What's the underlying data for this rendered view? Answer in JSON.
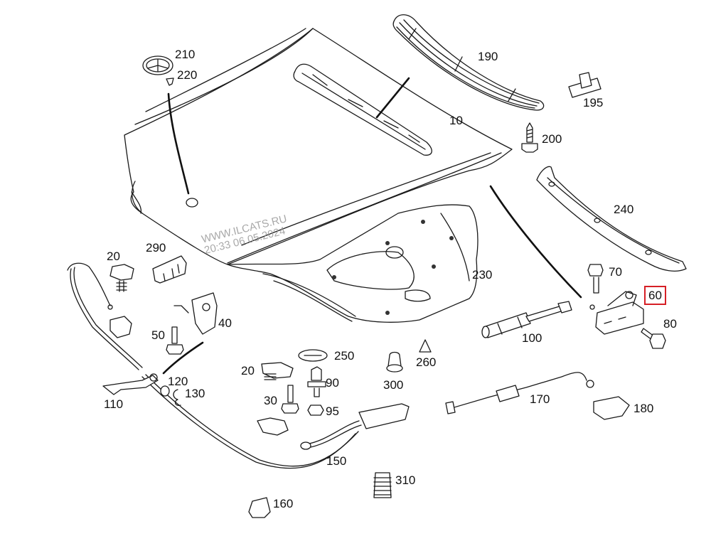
{
  "diagram": {
    "title": "Engine hood assembly exploded parts diagram",
    "watermark": {
      "line1": "WWW.ILCATS.RU",
      "line2": "20:33 06.05.2024"
    },
    "selected_part": "60",
    "highlight_color": "#d61f26",
    "parts": [
      {
        "id": "10",
        "label": "10",
        "name": "engine-hood"
      },
      {
        "id": "20a",
        "label": "20",
        "name": "hood-lock-upper"
      },
      {
        "id": "20b",
        "label": "20",
        "name": "hood-lock-lower"
      },
      {
        "id": "30",
        "label": "30",
        "name": "bolt"
      },
      {
        "id": "40",
        "label": "40",
        "name": "safety-catch"
      },
      {
        "id": "50",
        "label": "50",
        "name": "bolt"
      },
      {
        "id": "60",
        "label": "60",
        "name": "hood-hinge"
      },
      {
        "id": "70",
        "label": "70",
        "name": "hinge-bolt"
      },
      {
        "id": "80",
        "label": "80",
        "name": "hinge-bolt"
      },
      {
        "id": "90",
        "label": "90",
        "name": "rubber-buffer"
      },
      {
        "id": "95",
        "label": "95",
        "name": "nut"
      },
      {
        "id": "100",
        "label": "100",
        "name": "gas-strut"
      },
      {
        "id": "110",
        "label": "110",
        "name": "release-lever"
      },
      {
        "id": "120",
        "label": "120",
        "name": "bushing"
      },
      {
        "id": "130",
        "label": "130",
        "name": "clip"
      },
      {
        "id": "150",
        "label": "150",
        "name": "release-cable-handle"
      },
      {
        "id": "160",
        "label": "160",
        "name": "cable-clip"
      },
      {
        "id": "170",
        "label": "170",
        "name": "cable"
      },
      {
        "id": "180",
        "label": "180",
        "name": "cable-bracket"
      },
      {
        "id": "190",
        "label": "190",
        "name": "air-intake-grille"
      },
      {
        "id": "195",
        "label": "195",
        "name": "grille-clip"
      },
      {
        "id": "200",
        "label": "200",
        "name": "screw"
      },
      {
        "id": "210",
        "label": "210",
        "name": "star-emblem"
      },
      {
        "id": "220",
        "label": "220",
        "name": "emblem-grommet"
      },
      {
        "id": "230",
        "label": "230",
        "name": "sound-insulation"
      },
      {
        "id": "240",
        "label": "240",
        "name": "hood-seal-strip"
      },
      {
        "id": "250",
        "label": "250",
        "name": "bump-stop-plate"
      },
      {
        "id": "260",
        "label": "260",
        "name": "expansion-rivet"
      },
      {
        "id": "290",
        "label": "290",
        "name": "holder"
      },
      {
        "id": "300",
        "label": "300",
        "name": "rubber-buffer"
      },
      {
        "id": "310",
        "label": "310",
        "name": "spring-buffer"
      }
    ]
  }
}
